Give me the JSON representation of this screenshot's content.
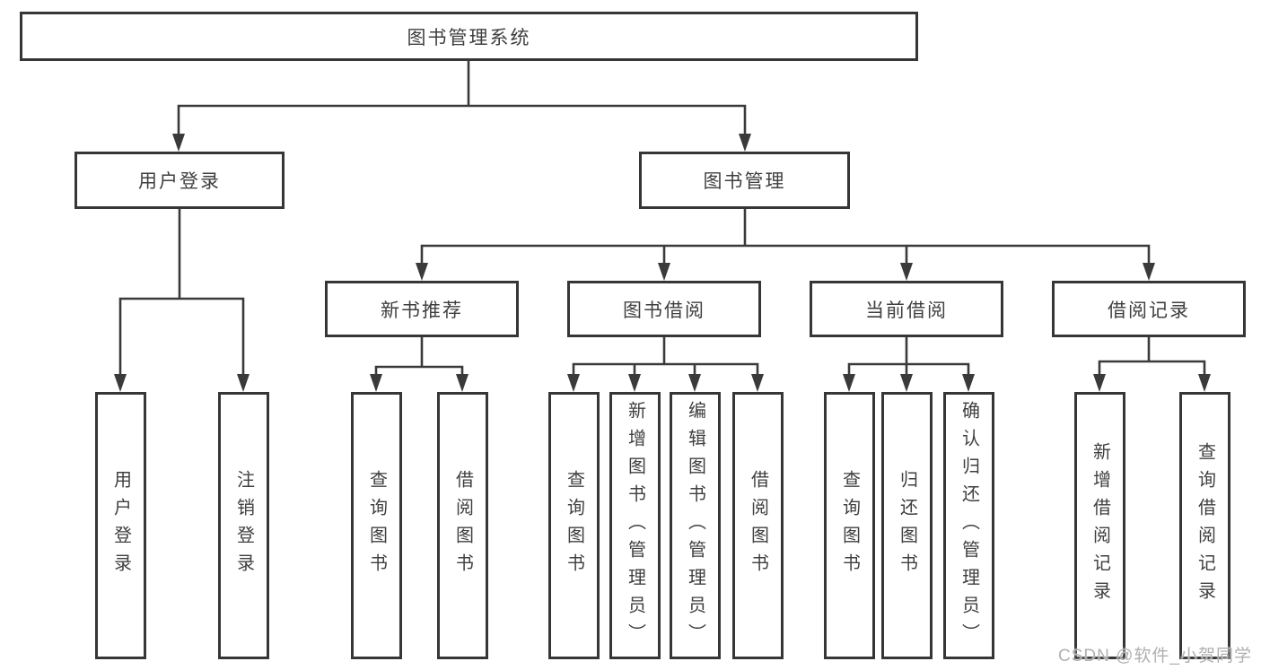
{
  "diagram": {
    "watermark": "CSDN @软件_小贺同学",
    "colors": {
      "line": "#3a3a3a",
      "box_border": "#363636",
      "text": "#3f3f3f",
      "watermark": "#b0b0b0",
      "background": "#ffffff"
    },
    "tree": {
      "root": {
        "label": "图书管理系统"
      },
      "branches": [
        {
          "label": "用户登录",
          "children": [
            {
              "label": "用户登录"
            },
            {
              "label": "注销登录"
            }
          ]
        },
        {
          "label": "图书管理",
          "children": [
            {
              "label": "新书推荐",
              "children": [
                {
                  "label": "查询图书"
                },
                {
                  "label": "借阅图书"
                }
              ]
            },
            {
              "label": "图书借阅",
              "children": [
                {
                  "label": "查询图书"
                },
                {
                  "label": "新增图书（管理员）"
                },
                {
                  "label": "编辑图书（管理员）"
                },
                {
                  "label": "借阅图书"
                }
              ]
            },
            {
              "label": "当前借阅",
              "children": [
                {
                  "label": "查询图书"
                },
                {
                  "label": "归还图书"
                },
                {
                  "label": "确认归还（管理员）"
                }
              ]
            },
            {
              "label": "借阅记录",
              "children": [
                {
                  "label": "新增借阅记录"
                },
                {
                  "label": "查询借阅记录"
                }
              ]
            }
          ]
        }
      ]
    }
  }
}
